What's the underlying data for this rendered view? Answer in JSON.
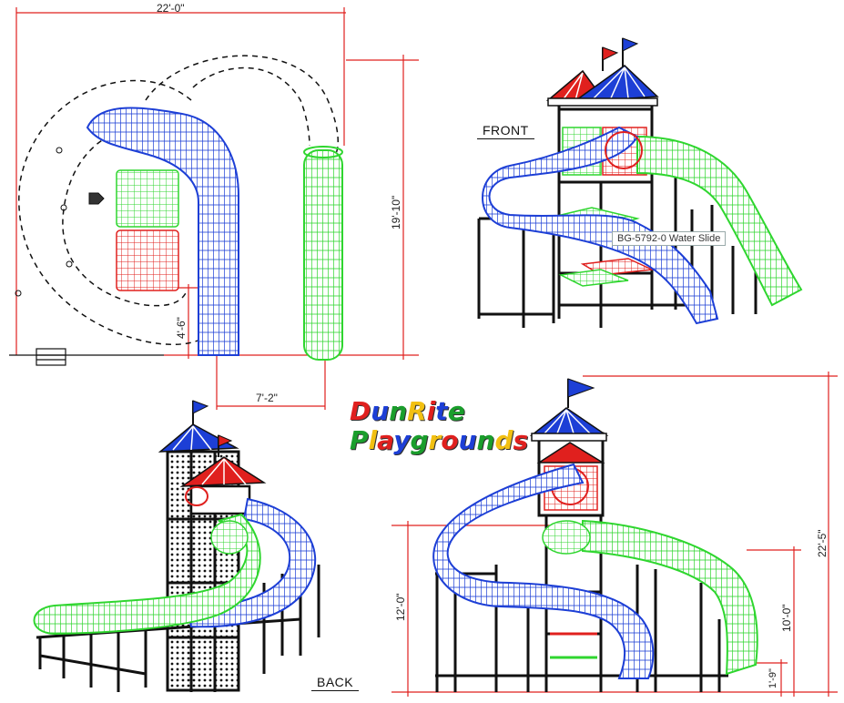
{
  "dimensions": {
    "top_width": "22'-0\"",
    "right_height": "19'-10\"",
    "left_small": "4'-6\"",
    "bottom_width": "7'-2\"",
    "total_height": "22'-5\"",
    "deck_height": "12'-0\"",
    "platform_height": "10'-0\"",
    "exit_height": "1'-9\""
  },
  "views": {
    "front": "FRONT",
    "back": "BACK"
  },
  "tooltip": "BG-5792-0 Water Slide",
  "logo": {
    "line1": [
      "D",
      "u",
      "n",
      "R",
      "i",
      "t",
      "e"
    ],
    "line2": [
      "P",
      "l",
      "a",
      "y",
      "g",
      "r",
      "o",
      "u",
      "n",
      "d",
      "s"
    ],
    "colors": [
      "#e0201e",
      "#1d3fd6",
      "#1a9e2c",
      "#f2c012"
    ]
  },
  "palette": {
    "dimension_red": "#e0201e",
    "slide_blue": "#1d3fd6",
    "slide_green": "#2fd62f",
    "panel_red": "#e0201e",
    "frame_black": "#111111"
  }
}
